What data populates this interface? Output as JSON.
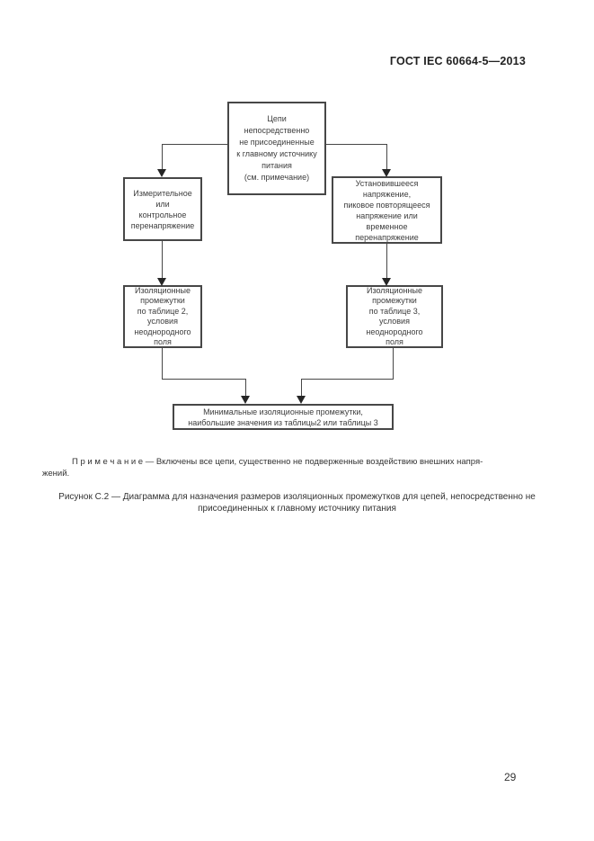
{
  "page": {
    "header": "ГОСТ IEC 60664-5—2013",
    "page_number": "29"
  },
  "flowchart": {
    "boxes": {
      "top": "Цепи\nнепосредственно\nне присоединенные\nк главному источнику\nпитания\n(см. примечание)",
      "left": "Измерительное\nили\nконтрольное\nперенапряжение",
      "right": "Установившееся\nнапряжение,\nпиковое повторящееся\nнапряжение или\nвременное\nперенапряжение",
      "lower_left": "Изоляционные\nпромежутки\nпо таблице 2,\nусловия\nнеоднородного\nполя",
      "lower_right": "Изоляционные\nпромежутки\nпо таблице 3,\nусловия\nнеоднородного\nполя",
      "bottom": "Минимальные изоляционные промежутки,\nнаибольшие значения из таблицы2 или таблицы 3"
    }
  },
  "note": {
    "text": "П р и м е ч а н и е  — Включены все цепи, существенно не подверженные воздействию внешних напря-\nжений."
  },
  "caption": {
    "text": "Рисунок С.2 — Диаграмма для назначения размеров изоляционных промежутков для цепей, непосредственно не\nприсоединенных к главному источнику питания"
  },
  "colors": {
    "line": "#474747",
    "text": "#3d3d3d",
    "background": "#ffffff"
  }
}
